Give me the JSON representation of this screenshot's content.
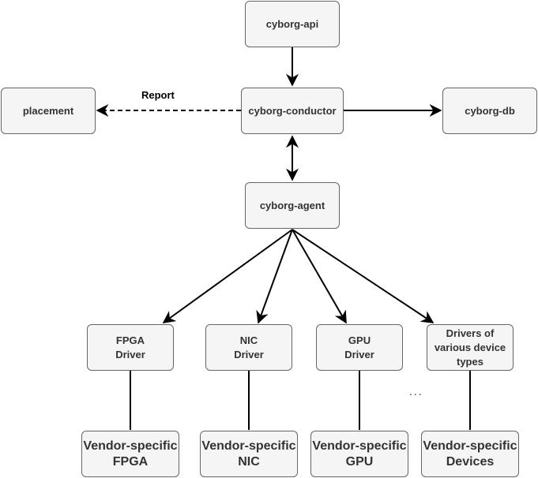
{
  "nodes": {
    "api": "cyborg-api",
    "conductor": "cyborg-conductor",
    "placement": "placement",
    "db": "cyborg-db",
    "agent": "cyborg-agent",
    "fpga_driver": "FPGA\nDriver",
    "nic_driver": "NIC\nDriver",
    "gpu_driver": "GPU\nDriver",
    "other_driver": "Drivers of\nvarious device\ntypes",
    "vendor_fpga": "Vendor-specific\nFPGA",
    "vendor_nic": "Vendor-specific\nNIC",
    "vendor_gpu": "Vendor-specific\nGPU",
    "vendor_devices": "Vendor-specific\nDevices"
  },
  "edge_labels": {
    "report": "Report"
  },
  "ellipsis": "...",
  "colors": {
    "node_fill": "#f5f5f5",
    "node_border": "#666666",
    "text": "#333333",
    "edge": "#000000"
  }
}
